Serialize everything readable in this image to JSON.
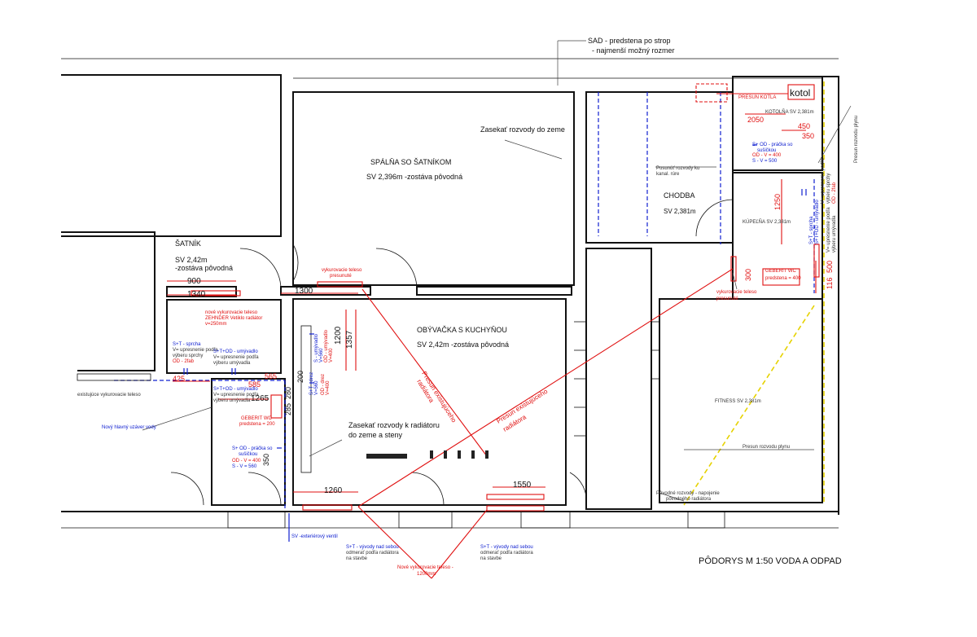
{
  "title": "PÔDORYS M 1:50 VODA A ODPAD",
  "colors": {
    "walls": "#111111",
    "water_heating": "#e01010",
    "distribution": "#1020d0",
    "gas": "#e6d200"
  },
  "rooms": {
    "spalna": {
      "name": "SPÁLŇA SO ŠATNÍKOM",
      "level": "SV 2,396m -zostáva pôvodná"
    },
    "satnik": {
      "name": "ŠATNÍK",
      "level": "SV 2,42m",
      "level2": "-zostáva pôvodná"
    },
    "chodba": {
      "name": "CHODBA",
      "level": "SV 2,381m"
    },
    "obyvacka": {
      "name": "OBÝVAČKA S KUCHYŇOU",
      "level": "SV 2,42m -zostáva pôvodná"
    },
    "kotolna": {
      "name": "KOTOLŇA SV 2,381m"
    },
    "kupelna": {
      "name": "KÚPEĽŇA SV 2,381m"
    },
    "fitness": {
      "name": "FITNESS SV 2,381m"
    }
  },
  "notes": {
    "sad_line1": "SAD - predstena po strop",
    "sad_line2": "- najmenší možný rozmer",
    "kotol": "kotol",
    "presun_kotla": "PRESUN KOTLA",
    "zasekat_zeme": "Zasekať rozvody do zeme",
    "posunut_rozvody": "Posunúť rozvody ku",
    "kanal_rure": "kanal. rúre",
    "presun_plynu_vertical": "Presun rozvodu plynu",
    "presun_plynu": "Presun rozvodu plynu",
    "zasekat_radiator_1": "Zasekať rozvody k radiátoru",
    "zasekat_radiator_2": "do zeme a steny",
    "vykurovacie_presunute_1": "vykurovacie teleso",
    "vykurovacie_presunute_2": "presunuté",
    "nove_vykurovacie_1": "nové vykurovacie teleso",
    "nove_vykurovacie_2": "ZEHNDER Vetiklo radiátor",
    "nove_vykurovacie_3": "v=250mm",
    "existujuce_vykurovacie": "existujúce vykurovacie teleso",
    "hlavny_uzaver": "Nový hlavný uzáver vody",
    "sv_exterier": "SV -exteriérový ventil",
    "presun_radiatora_1": "Presun existujúceho",
    "presun_radiatora_2": "radiátora",
    "nove_vykurovacie_1200_1": "Nové vykurovacie teleso -",
    "nove_vykurovacie_1200_2": "1200mm",
    "vyvody_1": "S+T - vývody nad sebou",
    "vyvody_2": "odmerať podľa radiátora",
    "vyvody_3": "na stavbe",
    "povodne_rozvody_1": "Pôvodné rozvody - napojenie",
    "povodne_rozvody_2": "pôvodného radiátora",
    "kupelna_vykurovacie_1": "vykurovacie teleso",
    "kupelna_vykurovacie_2": "presunuté",
    "geberit_wc": "GEBERIT WC",
    "predstena_400": "predstena = 400",
    "predstena_200": "predstena = 200",
    "pracka_susicka_1": "S+ OD - práčka so",
    "pracka_susicka_2": "sušičkou",
    "od_v_400": "OD - V = 400",
    "s_v_500": "S - V = 500",
    "od_v_400_b": "OD - V = 400",
    "s_v_560": "S - V = 560",
    "sprcha_1": "S+T - sprcha",
    "sprcha_2": "V= upresnenie podľa",
    "sprcha_3": "výberu sprchy",
    "sprcha_4": "OD - 2fab",
    "umyvadlo_1": "S+T+OD - umývadlo",
    "umyvadlo_2": "V= upresnenie podľa",
    "umyvadlo_3": "výberu umývadla",
    "umyvadlo_wc_1": "S+T+OD - umývadlo",
    "umyvadlo_wc_2": "V= upresnenie podľa",
    "umyvadlo_wc_3": "výberu umývadla",
    "kuchyna_umyvadlo_1": "S - umývadlo",
    "kuchyna_umyvadlo_2": "V=560",
    "kuchyna_umyvadlo_3": "OD - umývadlo",
    "kuchyna_umyvadlo_4": "V=400",
    "kuchyna_driez_1": "S+T - drez",
    "kuchyna_driez_2": "V=560",
    "kuchyna_driez_3": "OD - drez",
    "kuchyna_driez_4": "V=400",
    "kupelna_sprcha_1": "S+T - sprcha",
    "kupelna_sprcha_2": "V= upresnenie podľa",
    "kupelna_sprcha_3": "výberu sprchy",
    "kupelna_sprcha_4": "OD - 2fab",
    "kupelna_umyvadlo_1": "S+T+OD - umývadlo",
    "kupelna_umyvadlo_2": "V= upresnenie podľa",
    "kupelna_umyvadlo_3": "výberu umývadla"
  },
  "dimensions": {
    "d900": "900",
    "d1340": "1340",
    "d1300": "1300",
    "d1200": "1200",
    "d1357": "1357",
    "d200": "200",
    "d425": "425",
    "d585": "585",
    "d565": "565",
    "d1265": "1265",
    "d285": "285",
    "d280": "280",
    "d350": "350",
    "d1260": "1260",
    "d1550": "1550",
    "d2050": "2050",
    "d450": "450",
    "d350b": "350",
    "d1250": "1250",
    "d300": "300",
    "d116": "116",
    "d500": "500"
  }
}
